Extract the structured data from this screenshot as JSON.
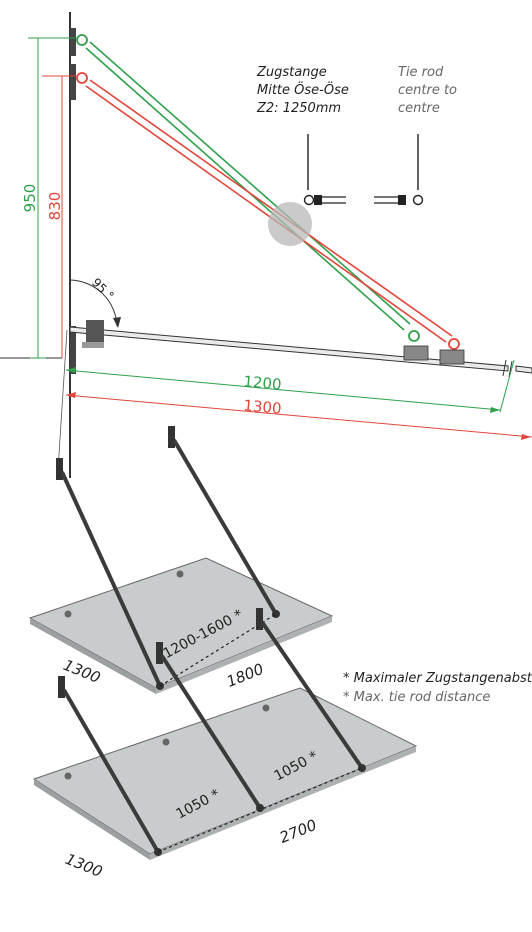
{
  "colors": {
    "green": "#2ea04a",
    "red": "#e2453a",
    "steel": "#3a3a3a",
    "glass": "#c9cccc",
    "highlight": "#b8b8b8"
  },
  "side_view": {
    "dim_950": "950",
    "dim_830": "830",
    "angle": "95 °",
    "dim_1200": "1200",
    "dim_1300": "1300",
    "tie_rod_de_line1": "Zugstange",
    "tie_rod_de_line2": "Mitte Öse-Öse",
    "tie_rod_de_line3": "Z2: 1250mm",
    "tie_rod_en_line1": "Tie rod",
    "tie_rod_en_line2": "centre to",
    "tie_rod_en_line3": "centre"
  },
  "canopy_small": {
    "depth": "1300",
    "width": "1800",
    "rod_distance": "1200-1600 *"
  },
  "canopy_large": {
    "depth": "1300",
    "width": "2700",
    "rod_distance_left": "1050 *",
    "rod_distance_right": "1050 *"
  },
  "notes": {
    "de": "* Maximaler Zugstangenabstand",
    "en": "* Max. tie rod distance"
  }
}
